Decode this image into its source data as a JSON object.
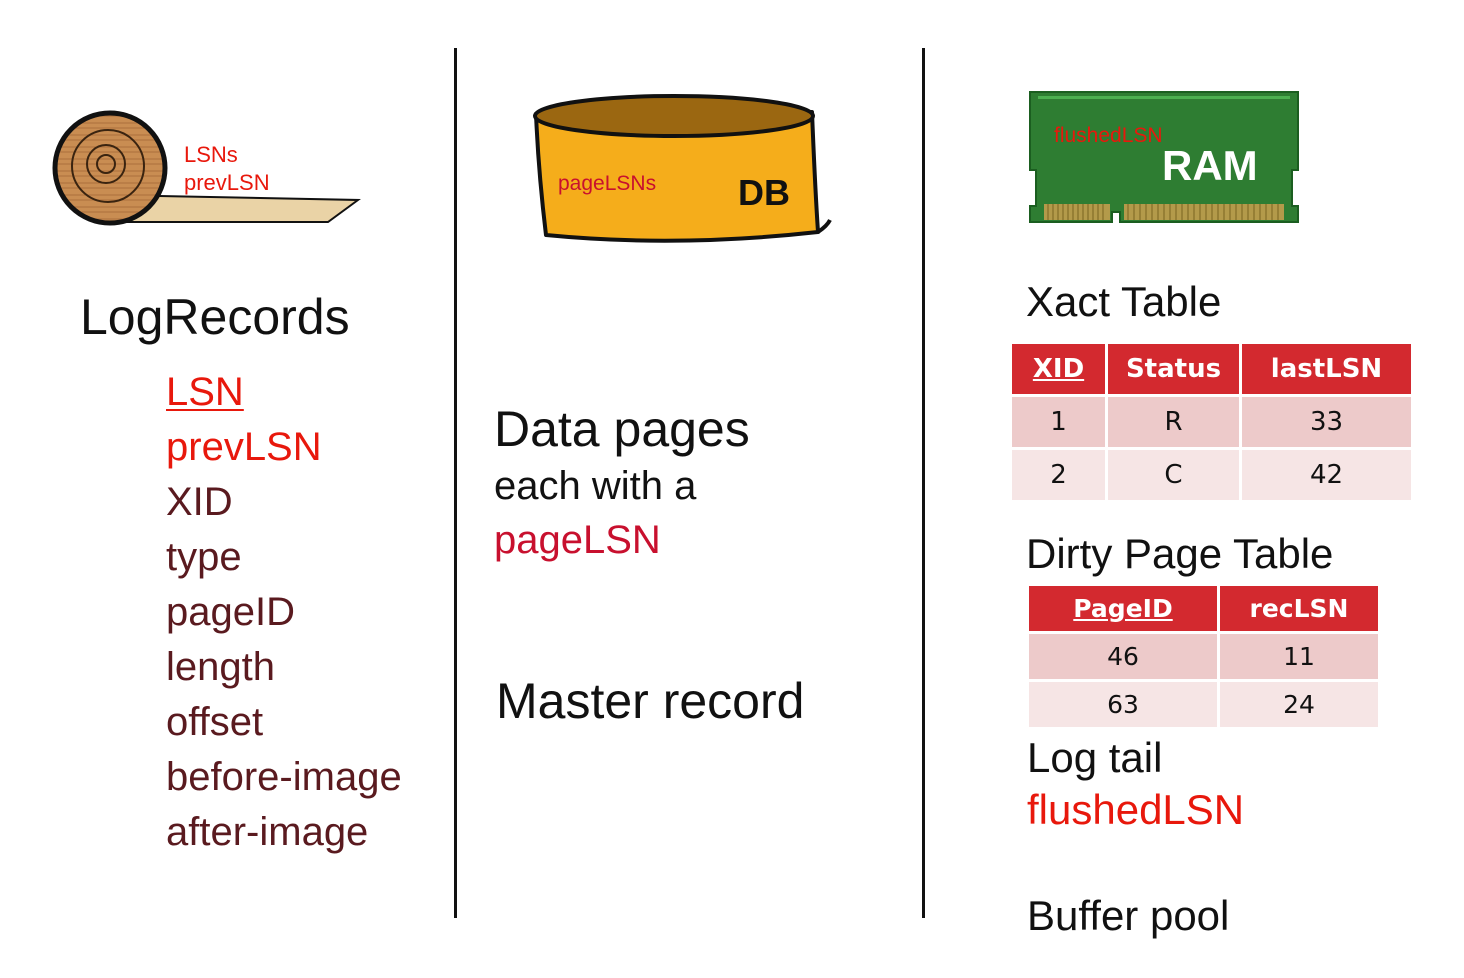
{
  "log_icon": {
    "label_lsns": "LSNs",
    "label_prevlsn": "prevLSN"
  },
  "log_records": {
    "heading": "LogRecords",
    "fields": [
      "LSN",
      "prevLSN",
      "XID",
      "type",
      "pageID",
      "length",
      "offset",
      "before-image",
      "after-image"
    ]
  },
  "db_icon": {
    "label_pagelsns": "pageLSNs",
    "label_db": "DB"
  },
  "data_pages": {
    "line1": "Data pages",
    "line2": "each with a",
    "line3": "pageLSN"
  },
  "master_record": "Master record",
  "ram_icon": {
    "label_flushedlsn": "flushedLSN",
    "label_ram": "RAM"
  },
  "xact_table": {
    "title": "Xact Table",
    "headers": [
      "XID",
      "Status",
      "lastLSN"
    ],
    "rows": [
      [
        "1",
        "R",
        "33"
      ],
      [
        "2",
        "C",
        "42"
      ]
    ]
  },
  "dirty_page_table": {
    "title": "Dirty Page Table",
    "headers": [
      "PageID",
      "recLSN"
    ],
    "rows": [
      [
        "46",
        "11"
      ],
      [
        "63",
        "24"
      ]
    ]
  },
  "log_tail": {
    "title": "Log tail",
    "flushed": "flushedLSN"
  },
  "buffer_pool": "Buffer pool",
  "colors": {
    "accent_red": "#e8180c",
    "maroon": "#5a1a1f",
    "table_header": "#d3292f",
    "db_fill": "#f5ad1b",
    "ram_green": "#2e7d32"
  }
}
